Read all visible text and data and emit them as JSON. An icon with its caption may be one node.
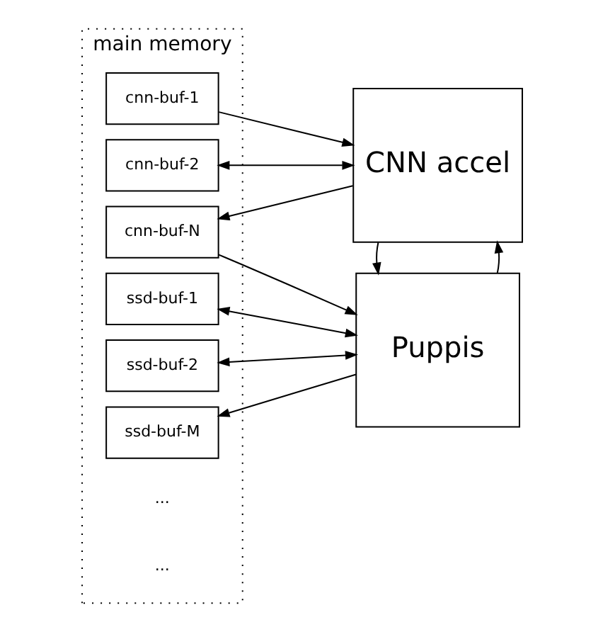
{
  "diagram": {
    "nodes": [
      {
        "text": [
          "main memory"
        ]
      },
      {
        "text": [
          "cnn-buf-1"
        ],
        "in": 0
      },
      {
        "text": [
          "cnn-buf-2"
        ],
        "in": 0
      },
      {
        "text": [
          "cnn-buf-N"
        ],
        "in": 0
      },
      {
        "text": [
          "ssd-buf-1"
        ],
        "in": 0
      },
      {
        "text": [
          "ssd-buf-2"
        ],
        "in": 0
      },
      {
        "text": [
          "ssd-buf-M"
        ],
        "in": 0
      },
      {
        "text": [
          "CNN accel"
        ]
      },
      {
        "text": [
          "Puppis"
        ]
      }
    ],
    "edges": [
      {
        "from": 1,
        "to": 7,
        "arrow": "to"
      },
      {
        "from": 2,
        "to": 7,
        "arrow": "both"
      },
      {
        "from": 7,
        "to": 3,
        "arrow": "to"
      },
      {
        "from": 3,
        "to": 8,
        "arrow": "to"
      },
      {
        "from": 4,
        "to": 8,
        "arrow": "both"
      },
      {
        "from": 5,
        "to": 8,
        "arrow": "both"
      },
      {
        "from": 8,
        "to": 6,
        "arrow": "to"
      },
      {
        "from": 8,
        "to": 7,
        "arrow": "to"
      },
      {
        "from": 7,
        "to": 8,
        "arrow": "to"
      }
    ],
    "labels": [
      "...",
      "..."
    ]
  }
}
